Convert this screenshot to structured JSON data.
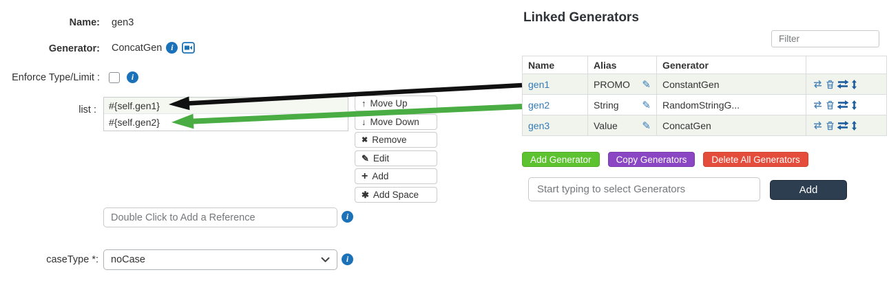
{
  "icons": {
    "info": "i",
    "pencil": "✎"
  },
  "form": {
    "name": {
      "label": "Name:",
      "value": "gen3"
    },
    "generator": {
      "label": "Generator:",
      "value": "ConcatGen"
    },
    "enforce": {
      "label": "Enforce Type/Limit :"
    },
    "list": {
      "label": "list :",
      "items": [
        "#{self.gen1}",
        "#{self.gen2}"
      ]
    },
    "list_buttons": [
      {
        "icon": "↑",
        "label": "Move Up"
      },
      {
        "icon": "↓",
        "label": "Move Down"
      },
      {
        "icon": "✖",
        "label": "Remove"
      },
      {
        "icon": "✎",
        "label": "Edit"
      },
      {
        "icon": "+",
        "label": "Add"
      },
      {
        "icon": "✱",
        "label": "Add Space"
      }
    ],
    "reference_placeholder": "Double Click to Add a Reference",
    "case_type": {
      "label": "caseType *:",
      "value": "noCase"
    }
  },
  "linked_generators": {
    "title": "Linked Generators",
    "filter_placeholder": "Filter",
    "table": {
      "headers": [
        "Name",
        "Alias",
        "Generator",
        ""
      ],
      "rows": [
        {
          "name": "gen1",
          "alias": "PROMO",
          "generator": "ConstantGen"
        },
        {
          "name": "gen2",
          "alias": "String",
          "generator": "RandomStringG..."
        },
        {
          "name": "gen3",
          "alias": "Value",
          "generator": "ConcatGen"
        }
      ]
    },
    "buttons": {
      "add_generator": "Add Generator",
      "copy_generators": "Copy Generators",
      "delete_all": "Delete All Generators"
    },
    "select_placeholder": "Start typing to select Generators",
    "add_label": "Add"
  },
  "colors": {
    "link_blue": "#337ab7",
    "info_blue": "#1b72b8",
    "green_button": "#5cc230",
    "purple_button": "#8b46c3",
    "red_button": "#e44d3b",
    "dark_button": "#2c3e50",
    "row_stripe": "#f0f4ec",
    "black_arrow": "#111111",
    "green_arrow": "#4aad43"
  }
}
